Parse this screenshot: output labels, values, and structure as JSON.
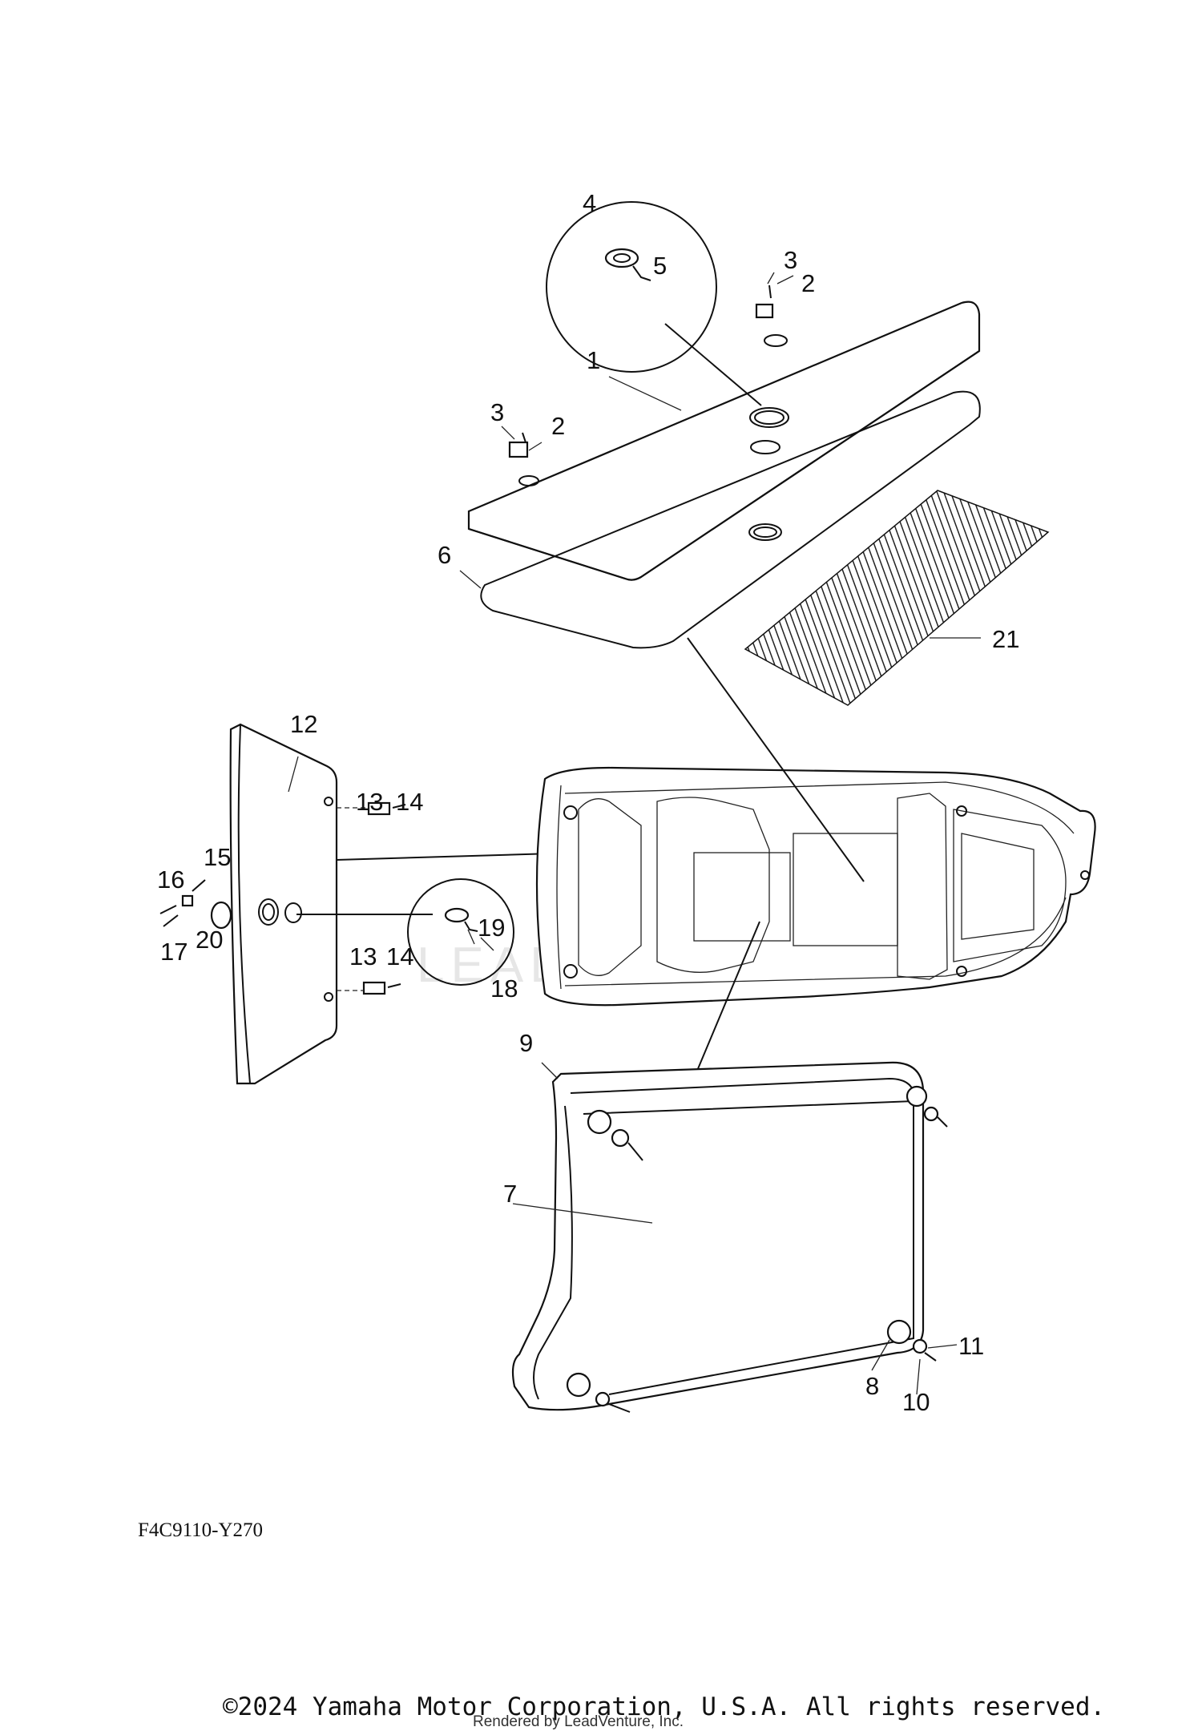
{
  "diagram": {
    "ref_code": "F4C9110-Y270",
    "copyright": "©2024 Yamaha Motor Corporation, U.S.A. All rights reserved.",
    "rendered_by": "Rendered by LeadVenture, Inc.",
    "watermark": "LEADVENTURE",
    "callouts": [
      "1",
      "2",
      "2",
      "3",
      "3",
      "4",
      "5",
      "6",
      "7",
      "8",
      "9",
      "10",
      "11",
      "12",
      "13",
      "13",
      "14",
      "14",
      "15",
      "16",
      "17",
      "18",
      "19",
      "20",
      "21"
    ]
  }
}
